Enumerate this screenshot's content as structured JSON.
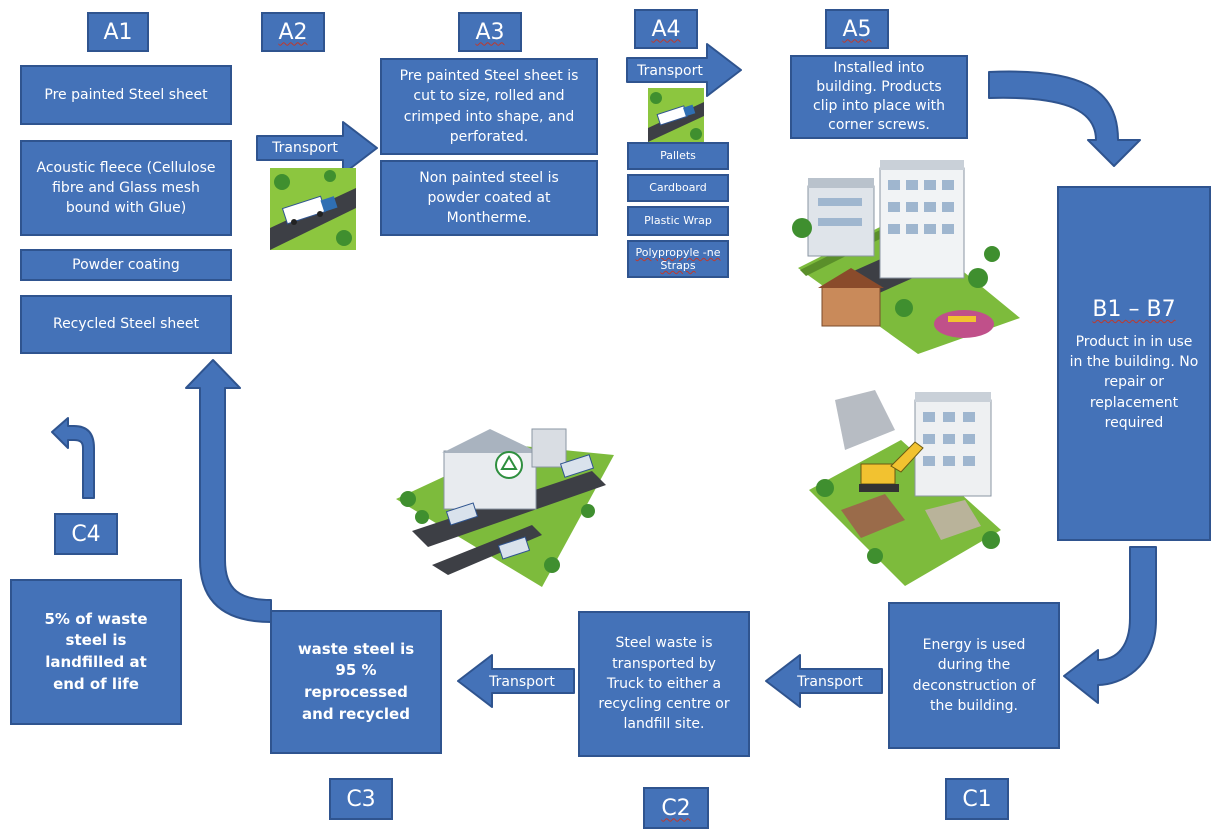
{
  "stages": {
    "a1": "A1",
    "a2": "A2",
    "a3": "A3",
    "a4": "A4",
    "a5": "A5",
    "b": "B1 – B7",
    "c1": "C1",
    "c2": "C2",
    "c3": "C3",
    "c4": "C4"
  },
  "a1_boxes": {
    "pre_painted": "Pre painted Steel sheet",
    "acoustic": "Acoustic fleece (Cellulose fibre and Glass mesh bound with Glue)",
    "powder": "Powder coating",
    "recycled": "Recycled Steel sheet"
  },
  "a3_boxes": {
    "cut": "Pre painted Steel sheet is cut to size, rolled and crimped into shape, and perforated.",
    "non_painted": "Non painted steel is powder coated at Montherme."
  },
  "a4_boxes": {
    "pallets": "Pallets",
    "cardboard": "Cardboard",
    "wrap": "Plastic Wrap",
    "straps": "Polypropyle -ne Straps"
  },
  "a5_box": "Installed into building. Products clip into place with corner screws.",
  "b_box": "Product in in use in the building. No repair or replacement required",
  "c1_box": "Energy is used during the deconstruction of the building.",
  "c2_box": "Steel waste is transported by Truck to either a recycling centre or landfill site.",
  "c3_box": "waste steel is 95 % reprocessed and recycled",
  "c4_box": "5% of waste steel is landfilled at end of life",
  "transport": {
    "a2": "Transport",
    "a4": "Transport",
    "c2": "Transport",
    "c3": "Transport"
  },
  "colors": {
    "box_fill": "#4472b8",
    "box_border": "#2f548f",
    "grass": "#7dbb3c",
    "road": "#3d3f45"
  },
  "icons": [
    "truck-icon",
    "recycling-icon",
    "building-icon",
    "excavator-icon"
  ]
}
